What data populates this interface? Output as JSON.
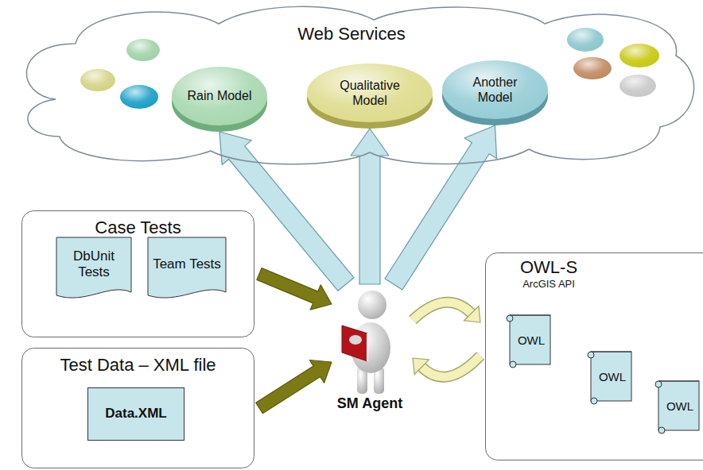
{
  "diagram": {
    "nodes": [
      {
        "text": [
          "Web Services"
        ]
      },
      {
        "text": [
          "Rain Model"
        ],
        "in": 0
      },
      {
        "text": [
          "Qualitative Model"
        ],
        "in": 0
      },
      {
        "text": [
          "Another Model"
        ],
        "in": 0
      },
      {
        "text": [
          "Case Tests"
        ]
      },
      {
        "text": [
          "DbUnit Tests"
        ],
        "in": 4
      },
      {
        "text": [
          "Team Tests"
        ],
        "in": 4
      },
      {
        "text": [
          "Test Data – XML file"
        ]
      },
      {
        "text": [
          "Data.XML"
        ],
        "in": 7
      },
      {
        "text": [
          "SM Agent"
        ]
      },
      {
        "text": [
          "OWL-S",
          "ArcGIS API"
        ]
      },
      {
        "text": [
          "OWL"
        ],
        "in": 10
      },
      {
        "text": [
          "OWL"
        ],
        "in": 10
      },
      {
        "text": [
          "OWL"
        ],
        "in": 10
      }
    ],
    "edges": [
      {
        "from": 9,
        "to": 1,
        "arrow": "to"
      },
      {
        "from": 9,
        "to": 2,
        "arrow": "to"
      },
      {
        "from": 9,
        "to": 3,
        "arrow": "to"
      },
      {
        "from": 4,
        "to": 9,
        "arrow": "to"
      },
      {
        "from": 7,
        "to": 9,
        "arrow": "to"
      },
      {
        "from": 9,
        "to": 10,
        "arrow": "both"
      }
    ]
  }
}
